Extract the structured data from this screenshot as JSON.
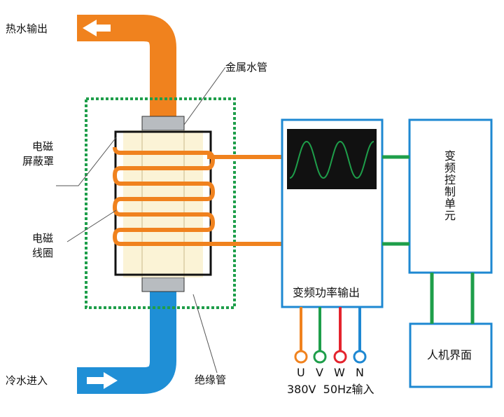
{
  "labels": {
    "hot_water_out": "热水输出",
    "metal_pipe": "金属水管",
    "shield_line1": "电磁",
    "shield_line2": "屏蔽罩",
    "coil_line1": "电磁",
    "coil_line2": "线圈",
    "cold_water_in": "冷水进入",
    "insulation_pipe": "绝缘管",
    "power_output": "变频功率输出",
    "control_unit": "变频控制单元",
    "hmi": "人机界面",
    "input_rating": "380V  50Hz输入"
  },
  "terminals": [
    {
      "label": "U",
      "color": "#f0821e"
    },
    {
      "label": "V",
      "color": "#1e9e4a"
    },
    {
      "label": "W",
      "color": "#e4232d"
    },
    {
      "label": "N",
      "color": "#1e88d2"
    }
  ],
  "colors": {
    "hot_pipe": "#f0821e",
    "cold_pipe": "#1f8fd6",
    "box_border": "#1e88d2",
    "shield_dots": "#1e9e4a",
    "link_green": "#1e9e4a",
    "wave": "#1e9e4a",
    "insulator": "#fbf3d6"
  },
  "icons": [
    "arrow-left-icon",
    "arrow-right-icon",
    "sine-wave-icon"
  ]
}
